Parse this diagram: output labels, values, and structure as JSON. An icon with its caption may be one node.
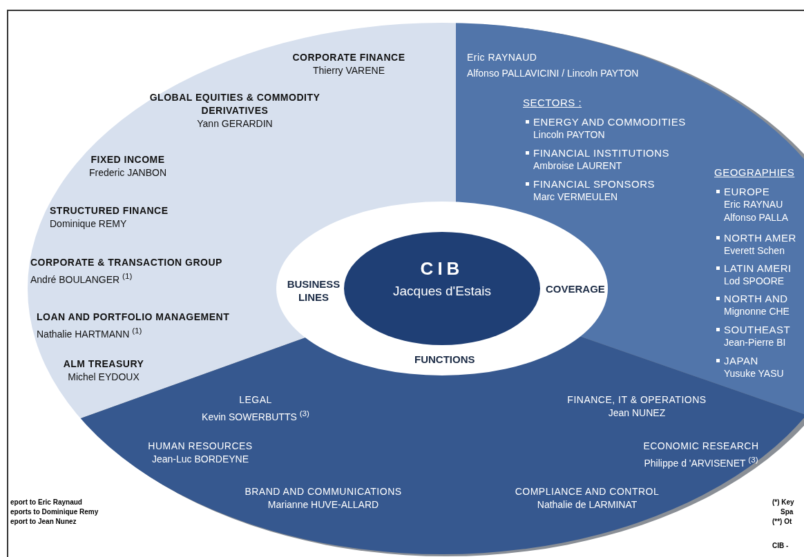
{
  "diagram": {
    "nodes": [
      {
        "text": [],
        "shape": "band"
      },
      {
        "text": [
          "CORPORATE FINANCE",
          "Thierry VARENE"
        ],
        "in": 0
      },
      {
        "text": [
          "GLOBAL EQUITIES & COMMODITY DERIVATIVES",
          "Yann GERARDIN"
        ],
        "in": 0
      },
      {
        "text": [
          "FIXED INCOME",
          "Frederic JANBON"
        ],
        "in": 0
      },
      {
        "text": [
          "STRUCTURED FINANCE",
          "Dominique REMY"
        ],
        "in": 0
      },
      {
        "text": [
          "CORPORATE & TRANSACTION GROUP",
          "André BOULANGER $^{(1)}$"
        ],
        "in": 0
      },
      {
        "text": [
          "LOAN AND PORTFOLIO MANAGEMENT",
          "Nathalie HARTMANN $^{(1)}$"
        ],
        "in": 0
      },
      {
        "text": [
          "ALM TREASURY",
          "Michel EYDOUX"
        ],
        "in": 0
      },
      {
        "text": [],
        "shape": "band"
      },
      {
        "text": [
          "Eric RAYNAUD",
          "Alfonso PALLAVICINI / Lincoln PAYTON"
        ],
        "in": 8
      },
      {
        "text": [
          "ENERGY AND COMMODITIES",
          "Lincoln PAYTON"
        ],
        "in": 8
      },
      {
        "text": [
          "FINANCIAL INSTITUTIONS",
          "Ambroise LAURENT"
        ],
        "in": 8
      },
      {
        "text": [
          "FINANCIAL SPONSORS",
          "Marc VERMEULEN"
        ],
        "in": 8
      },
      {
        "text": [
          "EUROPE",
          "Eric RAYNAU",
          "Alfonso PALLA"
        ],
        "in": 8
      },
      {
        "text": [
          "NORTH AMER",
          "Everett Schen"
        ],
        "in": 8
      },
      {
        "text": [
          "LATIN AMERI",
          "Lod SPOORE"
        ],
        "in": 8
      },
      {
        "text": [
          "NORTH AND",
          "Mignonne CHE"
        ],
        "in": 8
      },
      {
        "text": [
          "SOUTHEAST",
          "Jean-Pierre BI"
        ],
        "in": 8
      },
      {
        "text": [
          "JAPAN",
          "Yusuke YASU"
        ],
        "in": 8
      },
      {
        "text": [],
        "shape": "band"
      },
      {
        "text": [
          "LEGAL",
          "Kevin SOWERBUTTS $^{(3)}$"
        ],
        "in": 19
      },
      {
        "text": [
          "HUMAN RESOURCES",
          "Jean-Luc BORDEYNE"
        ],
        "in": 19
      },
      {
        "text": [
          "BRAND AND COMMUNICATIONS",
          "Marianne HUVE-ALLARD"
        ],
        "in": 19
      },
      {
        "text": [
          "FINANCE, IT & OPERATIONS",
          "Jean NUNEZ"
        ],
        "in": 19
      },
      {
        "text": [
          "ECONOMIC RESEARCH",
          "Philippe d 'ARVISENET $^{(3)}$"
        ],
        "in": 19
      },
      {
        "text": [
          "COMPLIANCE AND CONTROL",
          "Nathalie de LARMINAT"
        ],
        "in": 19
      },
      {
        "text": [
          "CIB",
          "Jacques d'Estais"
        ]
      }
    ],
    "edges": [],
    "labels": [
      "SECTORS :",
      "GEOGRAPHIES",
      "BUSINESS LINES",
      "COVERAGE",
      "FUNCTIONS",
      "eport to Eric Raynaud",
      "eports to Dominique Remy",
      "eport to Jean Nunez",
      "(*) Key",
      "Spa",
      "(**) Ot",
      "CIB - "
    ]
  }
}
